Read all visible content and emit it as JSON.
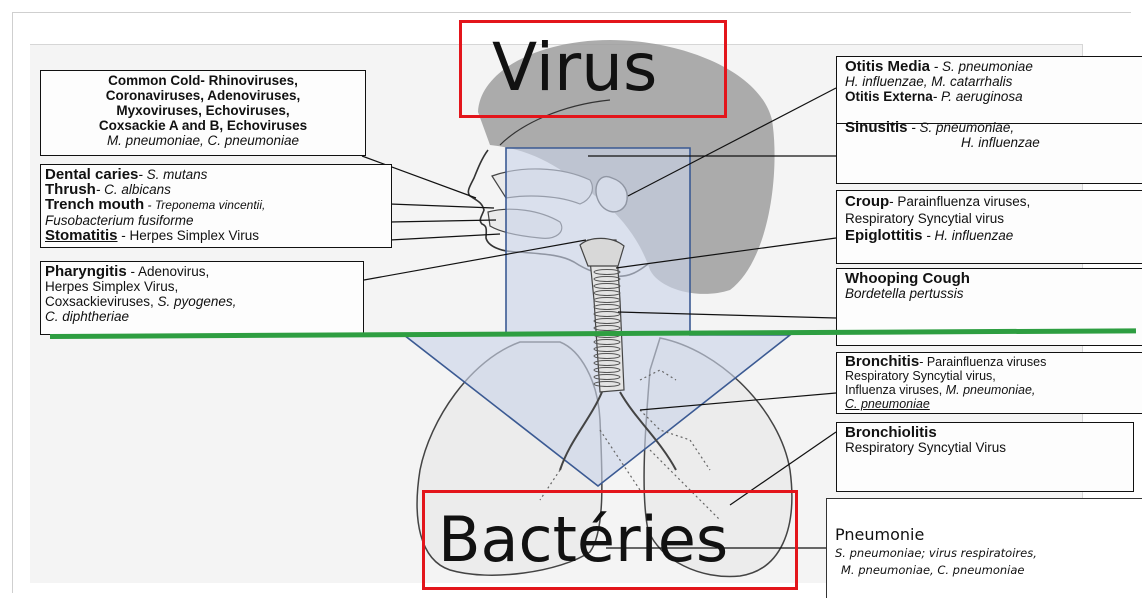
{
  "titles": {
    "virus": "Virus",
    "bacteria": "Bactéries"
  },
  "colors": {
    "highlight_box": "#e3151b",
    "divider_line": "#2e9e41",
    "arrow_fill": "#c9d4e8",
    "arrow_stroke": "#3b5a93",
    "head_fill": "#9e9e9e"
  },
  "boxes": {
    "common_cold": {
      "title": "Common Cold",
      "line1": "- Rhinoviruses,",
      "line2": "Coronaviruses, Adenoviruses,",
      "line3": "Myxoviruses, Echoviruses,",
      "line4": "Coxsackie A and B, Echoviruses",
      "line5": "M. pneumoniae, C. pneumoniae"
    },
    "mouth": {
      "dental_title": "Dental caries",
      "dental_agents": "- S. mutans",
      "thrush_title": "Thrush",
      "thrush_agents": "- C. albicans",
      "trench_title": "Trench mouth",
      "trench_agents": " - Treponema vincentii,",
      "trench_agents2": "Fusobacterium fusiforme",
      "stomatitis_title": "Stomatitis",
      "stomatitis_agents": " - Herpes Simplex Virus"
    },
    "pharyngitis": {
      "title": "Pharyngitis",
      "line1": " - Adenovirus,",
      "line2": "Herpes Simplex Virus,",
      "line3": "Coxsackieviruses, ",
      "line3_italic": "S. pyogenes,",
      "line4": "C. diphtheriae"
    },
    "otitis": {
      "title": "Otitis Media",
      "line1": " - S. pneumoniae",
      "line2": "H. influenzae, M. catarrhalis",
      "title2": "Otitis Externa",
      "line3": "- P. aeruginosa"
    },
    "sinusitis": {
      "title": "Sinusitis",
      "line1": " - S. pneumoniae,",
      "line2": "H. influenzae"
    },
    "croup": {
      "title": "Croup",
      "line1": "- Parainfluenza viruses,",
      "line2": "Respiratory Syncytial virus",
      "title2": "Epiglottitis",
      "line3": " - H. influenzae"
    },
    "whooping": {
      "title": "Whooping Cough",
      "line1": "Bordetella pertussis"
    },
    "bronchitis": {
      "title": "Bronchitis",
      "line1": "- Parainfluenza viruses",
      "line2": "Respiratory Syncytial virus,",
      "line3": "Influenza viruses, ",
      "line3_italic": "M. pneumoniae,",
      "line4": "C. pneumoniae"
    },
    "bronchiolitis": {
      "title": "Bronchiolitis",
      "line1": "Respiratory Syncytial Virus"
    },
    "pneumonie": {
      "title": "Pneumonie",
      "line1": "S. pneumoniae; virus respiratoires,",
      "line2": "M. pneumoniae, C. pneumoniae"
    }
  }
}
